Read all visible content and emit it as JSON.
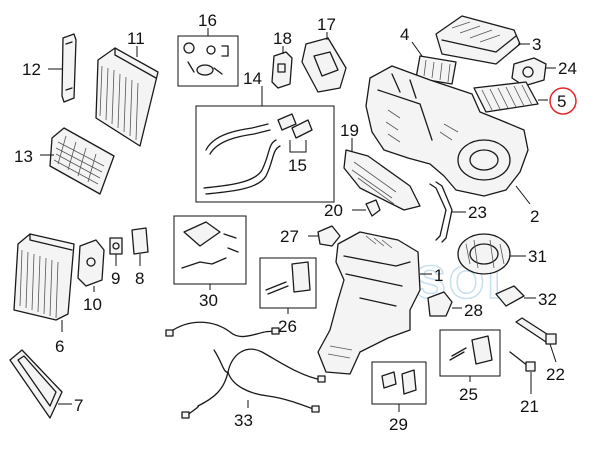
{
  "diagram": {
    "callouts": {
      "c1": "1",
      "c2": "2",
      "c3": "3",
      "c4": "4",
      "c5": "5",
      "c6": "6",
      "c7": "7",
      "c8": "8",
      "c9": "9",
      "c10": "10",
      "c11": "11",
      "c12": "12",
      "c13": "13",
      "c14": "14",
      "c15": "15",
      "c16": "16",
      "c17": "17",
      "c18": "18",
      "c19": "19",
      "c20": "20",
      "c21": "21",
      "c22": "22",
      "c23": "23",
      "c24": "24",
      "c25": "25",
      "c26": "26",
      "c27": "27",
      "c28": "28",
      "c29": "29",
      "c30": "30",
      "c31": "31",
      "c32": "32",
      "c33": "33"
    },
    "highlighted_callout": "5",
    "highlight_color": "#e0262b",
    "watermark": "SOL",
    "watermark_color": "#9cc9e6"
  }
}
